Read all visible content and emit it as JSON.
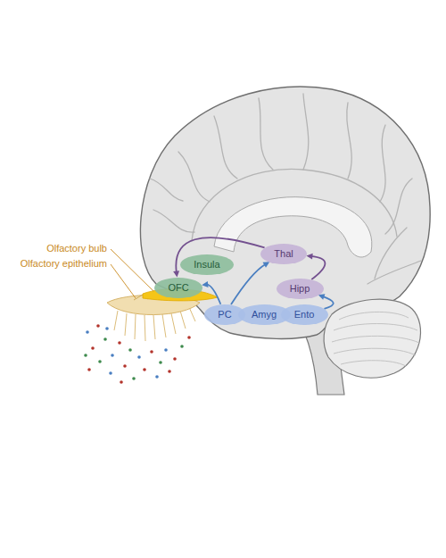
{
  "diagram": {
    "nodes": [
      {
        "text": [
          "Thal"
        ]
      },
      {
        "text": [
          "Insula"
        ]
      },
      {
        "text": [
          "OFC"
        ]
      },
      {
        "text": [
          "Hipp"
        ]
      },
      {
        "text": [
          "PC"
        ]
      },
      {
        "text": [
          "Amyg"
        ]
      },
      {
        "text": [
          "Ento"
        ]
      }
    ],
    "edges": [
      {
        "from": 4,
        "to": 2,
        "arrow": "to"
      },
      {
        "from": 4,
        "to": 0,
        "arrow": "to"
      },
      {
        "from": 6,
        "to": 3,
        "arrow": "to"
      },
      {
        "from": 3,
        "to": 0,
        "arrow": "to"
      },
      {
        "from": 0,
        "to": 2,
        "arrow": "to"
      }
    ],
    "labels": [
      "Olfactory bulb",
      "Olfactory epithelium"
    ]
  }
}
